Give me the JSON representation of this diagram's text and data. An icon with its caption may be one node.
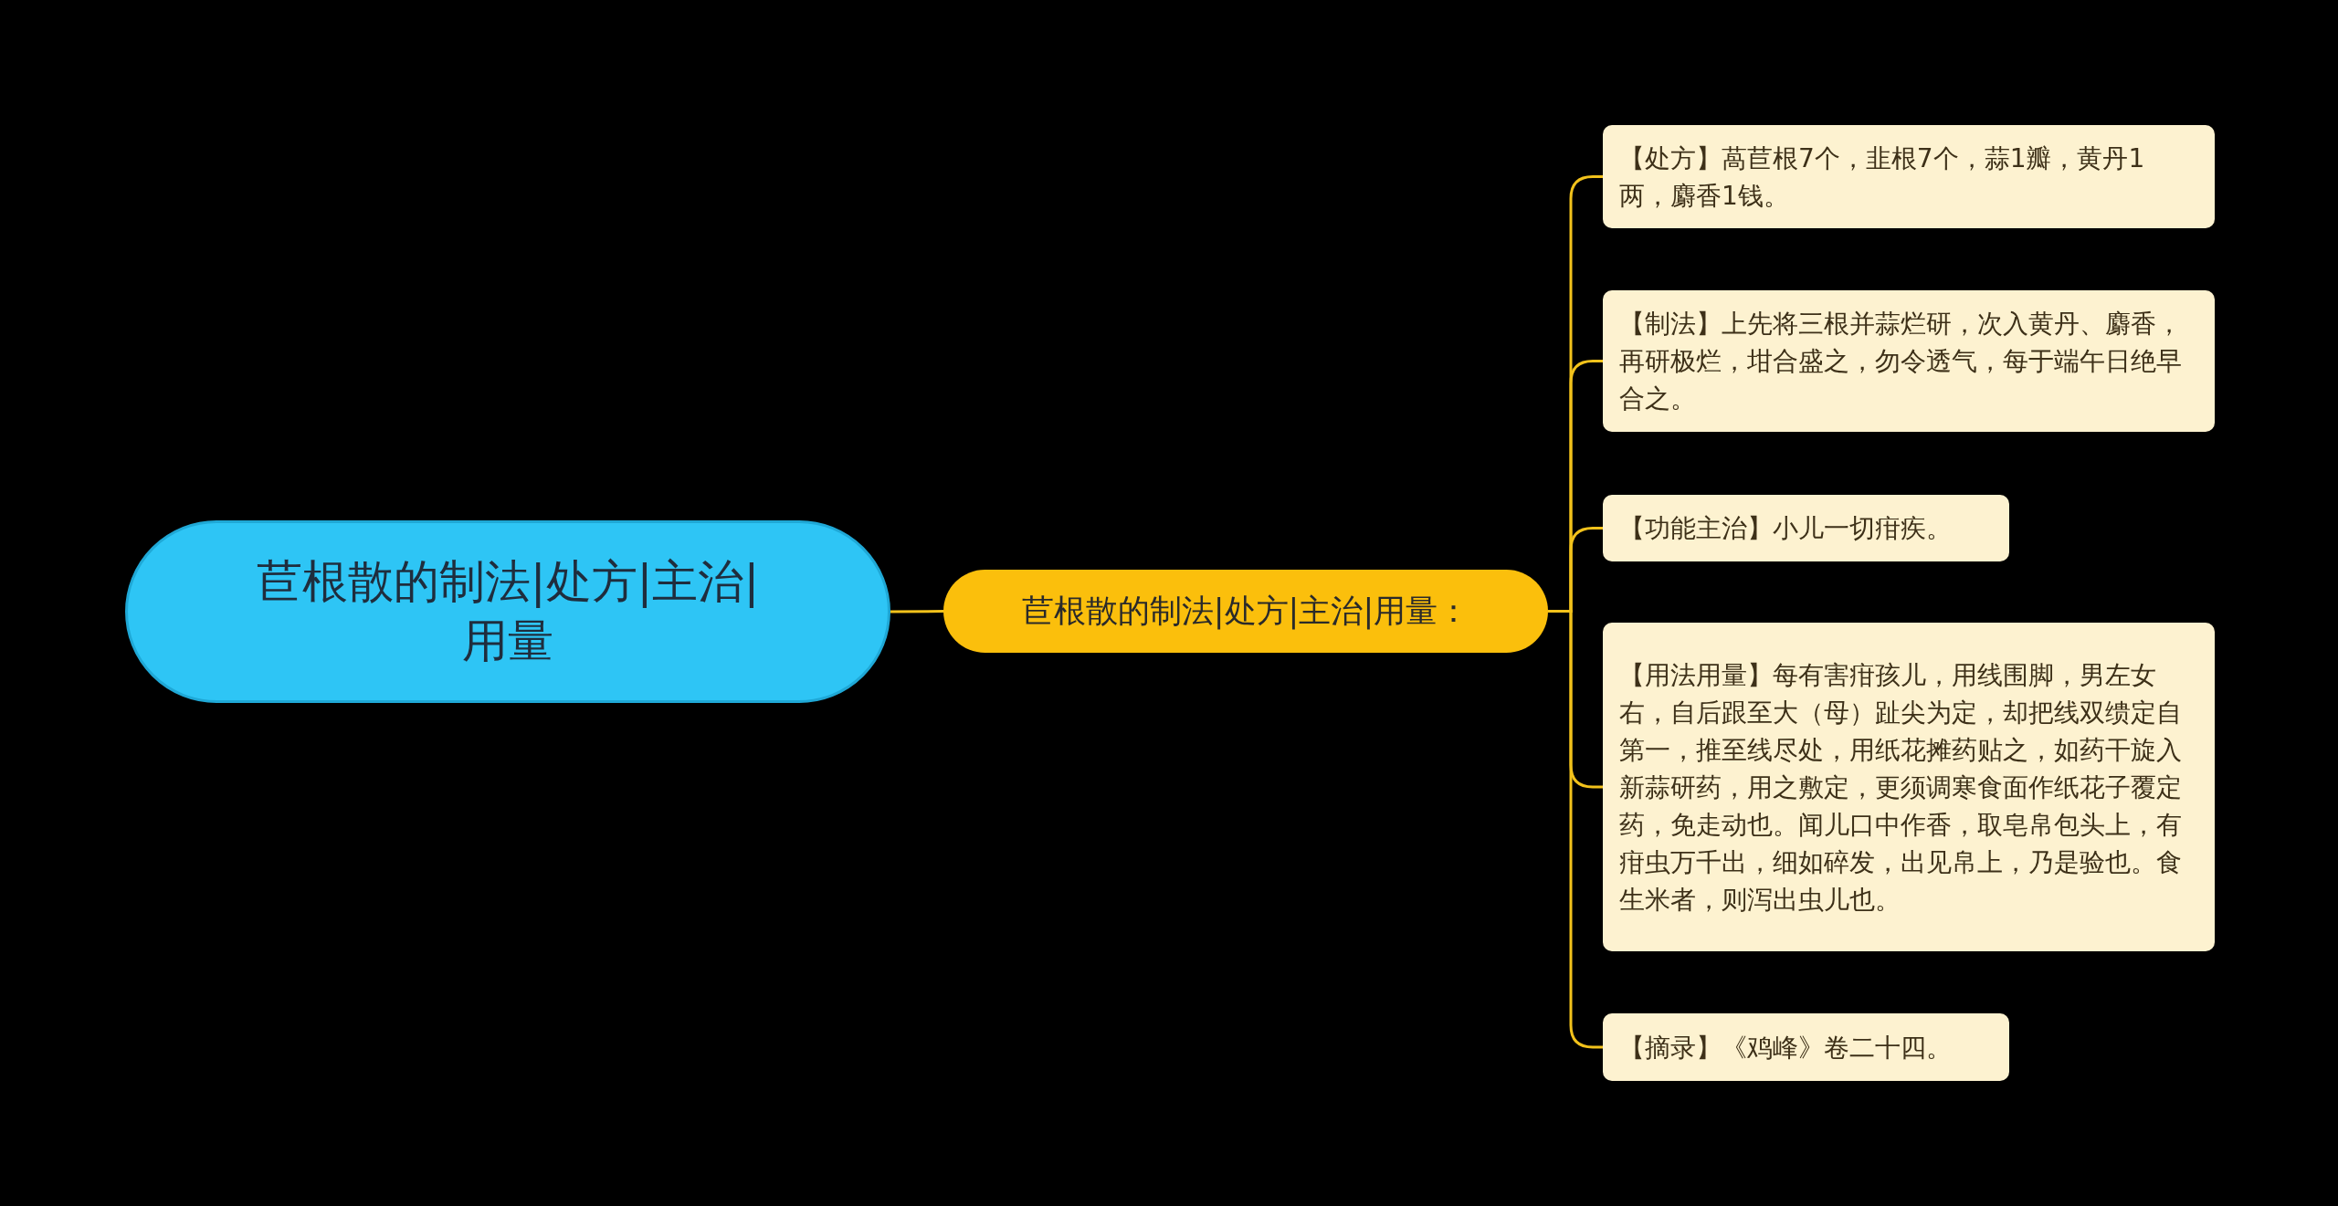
{
  "diagram": {
    "nodes": [
      {
        "text": [
          "苣根散的制法|处方|主治|用量"
        ]
      },
      {
        "text": [
          "苣根散的制法|处方|主治|用量："
        ]
      },
      {
        "text": [
          "【处方】萵苣根7个，韭根7个，蒜1瓣，黄丹1两，麝香1钱。"
        ]
      },
      {
        "text": [
          "【制法】上先将三根并蒜烂研，次入黄丹、麝香，再研极烂，坩合盛之，勿令透气，每于端午日绝早合之。"
        ]
      },
      {
        "text": [
          "【功能主治】小儿一切疳疾。"
        ]
      },
      {
        "text": [
          "【用法用量】每有害疳孩儿，用线围脚，男左女右，自后跟至大（母）趾尖为定，却把线双缋定自第一，推至线尽处，用纸花摊药贴之，如药干旋入新蒜研药，用之敷定，更须调寒食面作纸花子覆定药，免走动也。闻儿口中作香，取皂帛包头上，有疳虫万千出，细如碎发，出见帛上，乃是验也。食生米者，则泻出虫儿也。"
        ]
      },
      {
        "text": [
          "【摘录】《鸡峰》卷二十四。"
        ]
      }
    ],
    "edges": [
      {
        "from": 0,
        "to": 1,
        "arrow": "none"
      },
      {
        "from": 1,
        "to": 2,
        "arrow": "none"
      },
      {
        "from": 1,
        "to": 3,
        "arrow": "none"
      },
      {
        "from": 1,
        "to": 4,
        "arrow": "none"
      },
      {
        "from": 1,
        "to": 5,
        "arrow": "none"
      },
      {
        "from": 1,
        "to": 6,
        "arrow": "none"
      }
    ]
  }
}
